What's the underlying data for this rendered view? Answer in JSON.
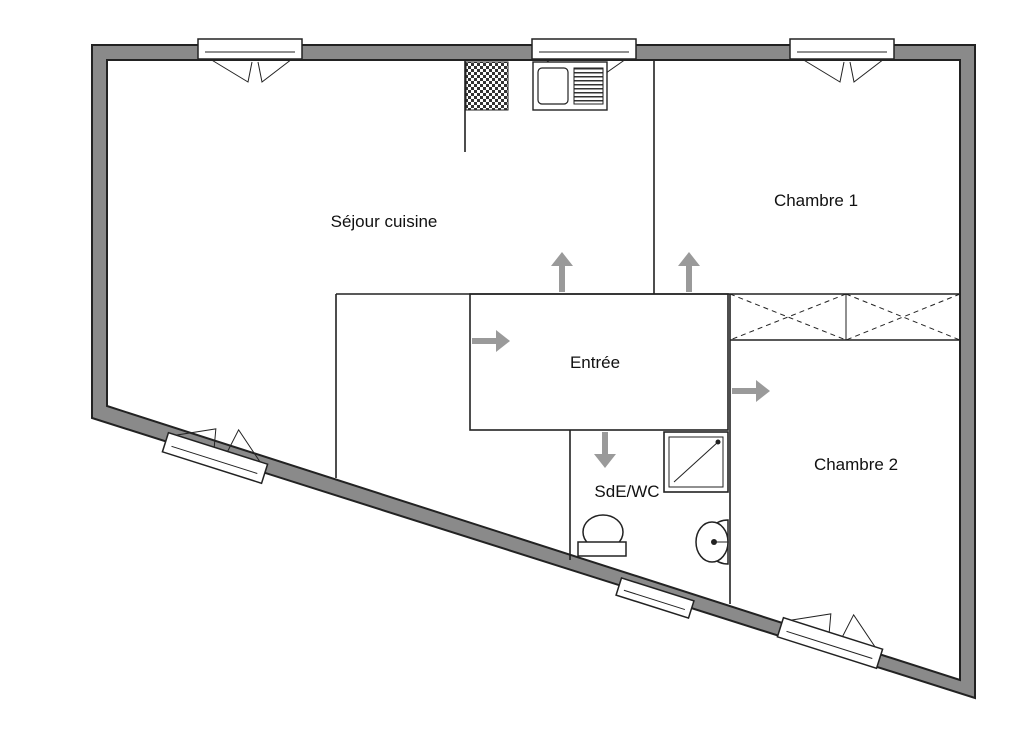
{
  "rooms": {
    "sejour": "Séjour cuisine",
    "chambre1": "Chambre 1",
    "entree": "Entrée",
    "chambre2": "Chambre 2",
    "sde": "SdE/WC"
  },
  "colors": {
    "wall": "#8a8a8a",
    "line": "#222222",
    "arrow": "#9a9a9a"
  }
}
